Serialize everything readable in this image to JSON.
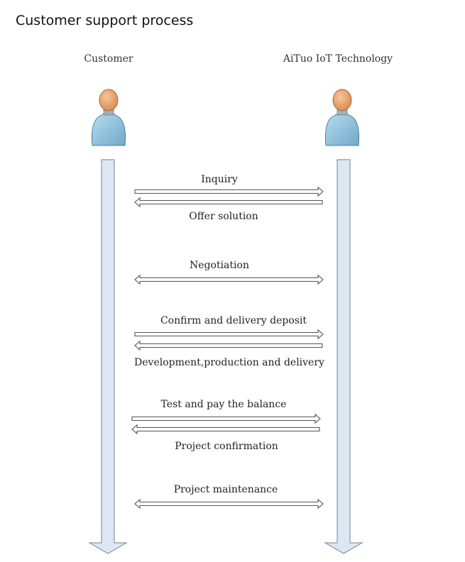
{
  "title": "Customer support process",
  "actors": [
    {
      "name": "Customer",
      "icon": "person-icon"
    },
    {
      "name": "AiTuo IoT Technology",
      "icon": "person-icon"
    }
  ],
  "messages": [
    {
      "label": "Inquiry",
      "from": "Customer",
      "to": "AiTuo IoT Technology"
    },
    {
      "label": "Offer solution",
      "from": "AiTuo IoT Technology",
      "to": "Customer"
    },
    {
      "label": "Negotiation",
      "from": "Customer",
      "to": "AiTuo IoT Technology",
      "bidirectional": true
    },
    {
      "label": "Confirm and delivery deposit",
      "from": "Customer",
      "to": "AiTuo IoT Technology"
    },
    {
      "label": "Development,production and delivery",
      "from": "AiTuo IoT Technology",
      "to": "Customer"
    },
    {
      "label": "Test and pay the balance",
      "from": "Customer",
      "to": "AiTuo IoT Technology"
    },
    {
      "label": "Project confirmation",
      "from": "AiTuo IoT Technology",
      "to": "Customer"
    },
    {
      "label": "Project maintenance",
      "from": "Customer",
      "to": "AiTuo IoT Technology",
      "bidirectional": true
    }
  ],
  "colors": {
    "lifeline_fill": "#dde6f3",
    "lifeline_stroke": "#8a96a8",
    "arrow_stroke": "#555555",
    "person_body": "#8ec1dc",
    "person_head": "#e8a56c"
  }
}
